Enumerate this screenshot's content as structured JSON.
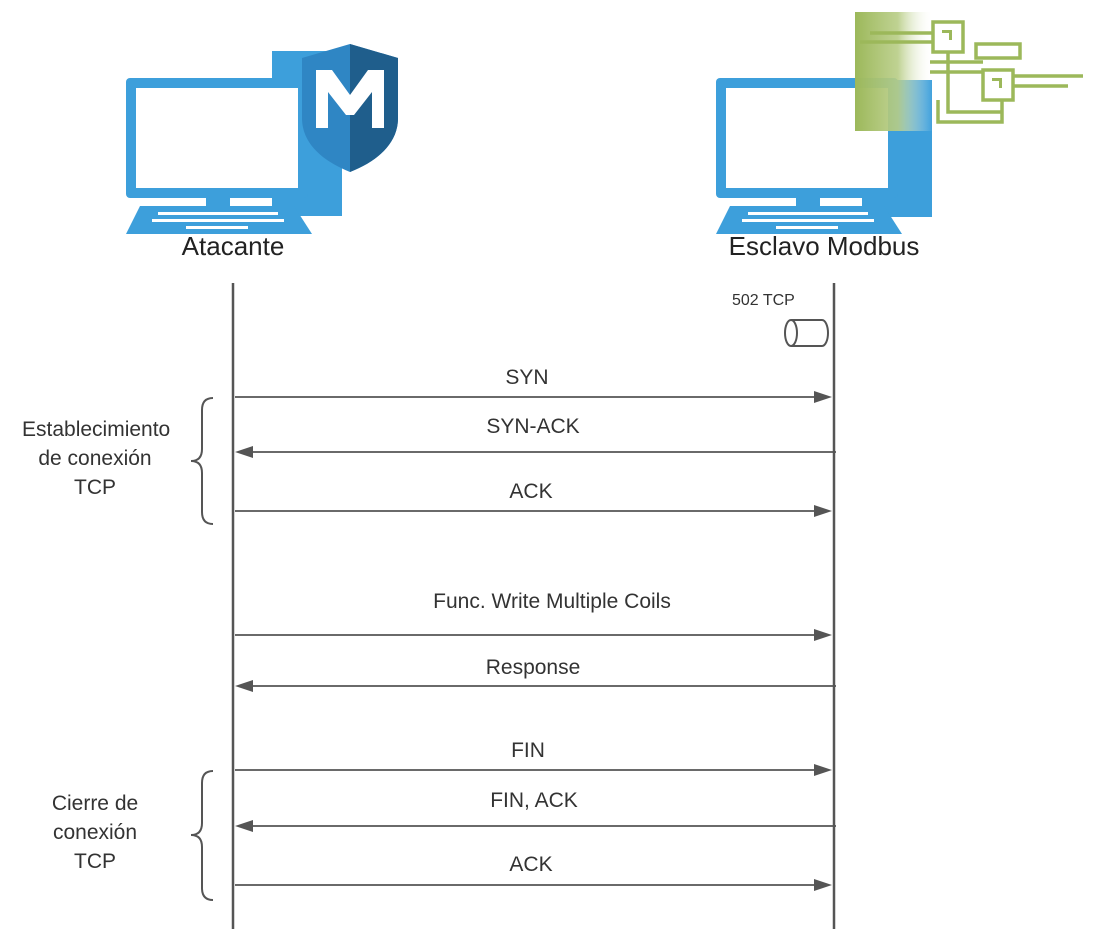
{
  "actors": {
    "left": {
      "label": "Atacante",
      "icon": "metasploit-shield-icon"
    },
    "right": {
      "label": "Esclavo Modbus",
      "icon": "modbus-network-icon",
      "port_label": "502 TCP"
    }
  },
  "messages": [
    {
      "label": "SYN",
      "direction": "right"
    },
    {
      "label": "SYN-ACK",
      "direction": "left"
    },
    {
      "label": "ACK",
      "direction": "right"
    },
    {
      "label": "Func. Write Multiple Coils",
      "direction": "right"
    },
    {
      "label": "Response",
      "direction": "left"
    },
    {
      "label": "FIN",
      "direction": "right"
    },
    {
      "label": "FIN, ACK",
      "direction": "left"
    },
    {
      "label": "ACK",
      "direction": "right"
    }
  ],
  "groups": [
    {
      "lines": [
        "Establecimiento",
        "de conexión",
        "TCP"
      ]
    },
    {
      "lines": [
        "Cierre de",
        "conexión",
        "TCP"
      ]
    }
  ],
  "colors": {
    "computer_blue": "#3d9fdb",
    "shield_dark": "#1f5e8c",
    "shield_light": "#2f86c4",
    "modbus_green": "#9cb85a",
    "line_gray": "#555555"
  }
}
